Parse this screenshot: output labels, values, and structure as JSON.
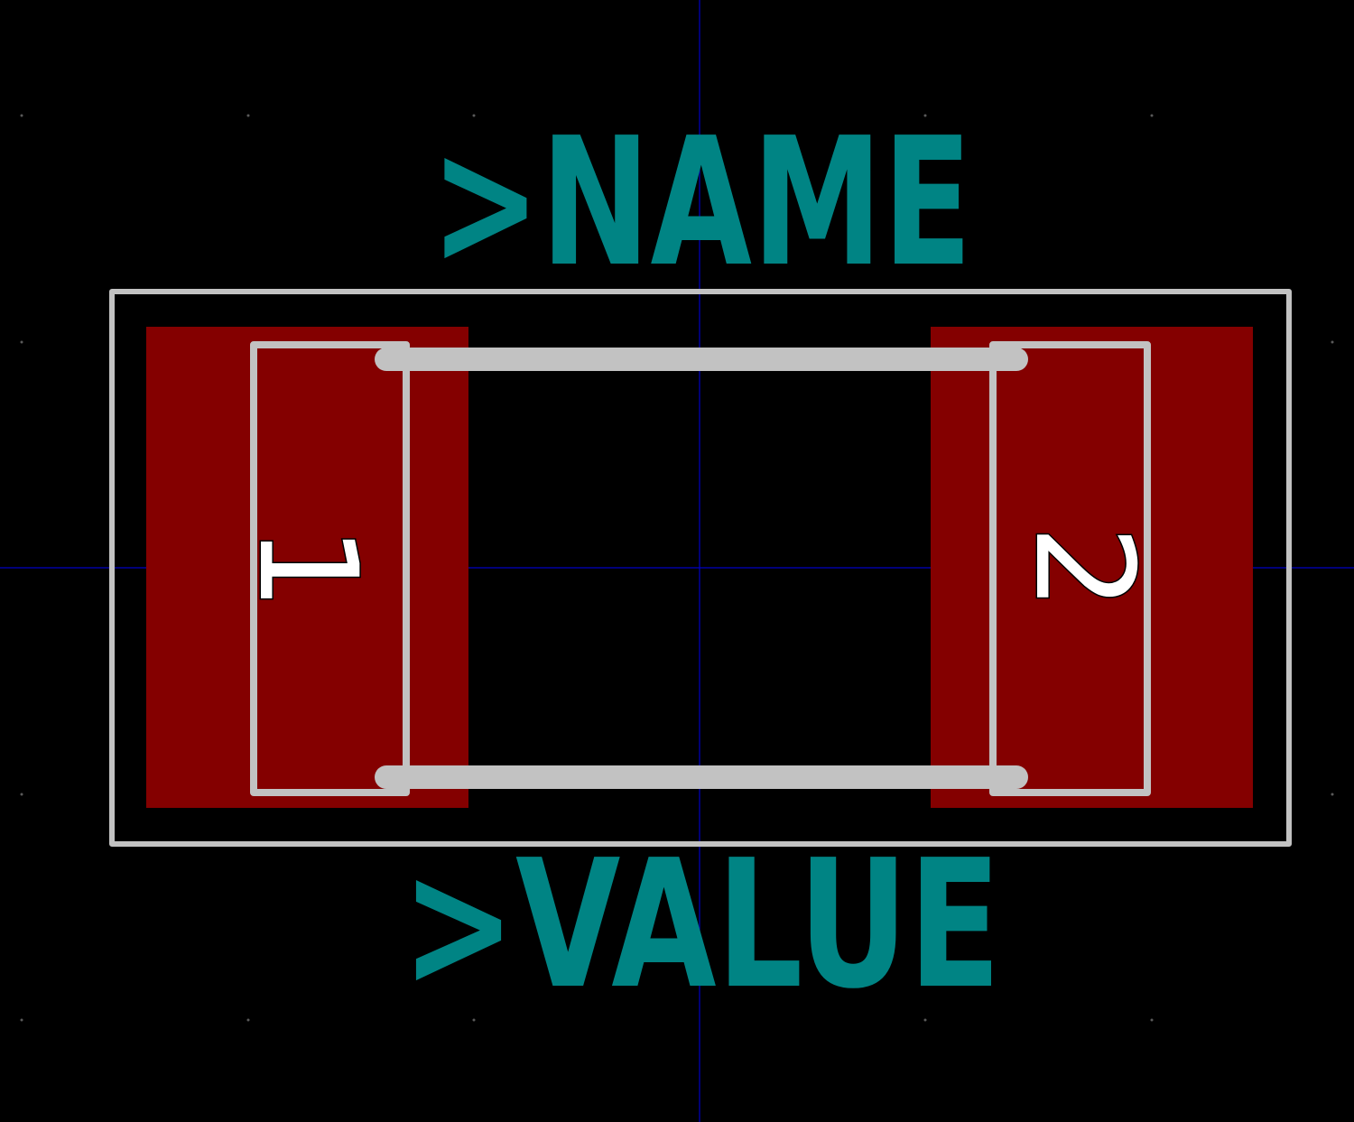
{
  "labels": {
    "name": ">NAME",
    "value": ">VALUE"
  },
  "pads": [
    {
      "number": "1"
    },
    {
      "number": "2"
    }
  ],
  "colors": {
    "background": "#000000",
    "pad": "#840000",
    "silkscreen": "#c2c2c2",
    "fab_text": "#008484",
    "pad_number": "#ffffff",
    "crosshair": "#0000c2",
    "grid_dot": "#848484"
  }
}
